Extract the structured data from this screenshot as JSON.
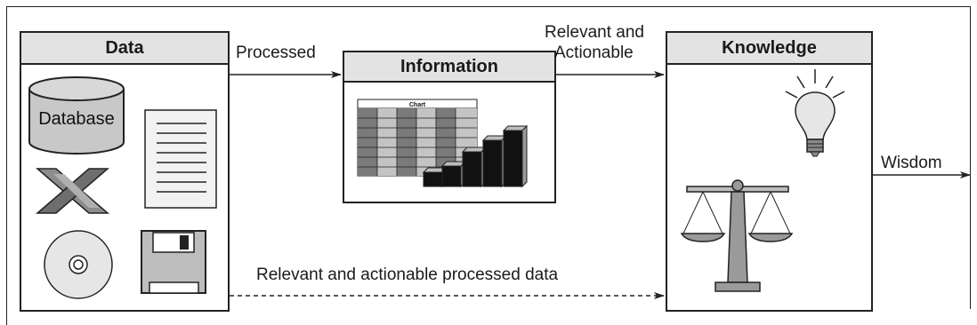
{
  "boxes": {
    "data": {
      "title": "Data"
    },
    "information": {
      "title": "Information"
    },
    "knowledge": {
      "title": "Knowledge"
    }
  },
  "icons": {
    "database_label": "Database",
    "chart_label": "Chart"
  },
  "arrows": {
    "processed": "Processed",
    "relevant_line1": "Relevant and",
    "relevant_line2": "Actionable",
    "wisdom": "Wisdom",
    "dashed": "Relevant and actionable processed data"
  }
}
